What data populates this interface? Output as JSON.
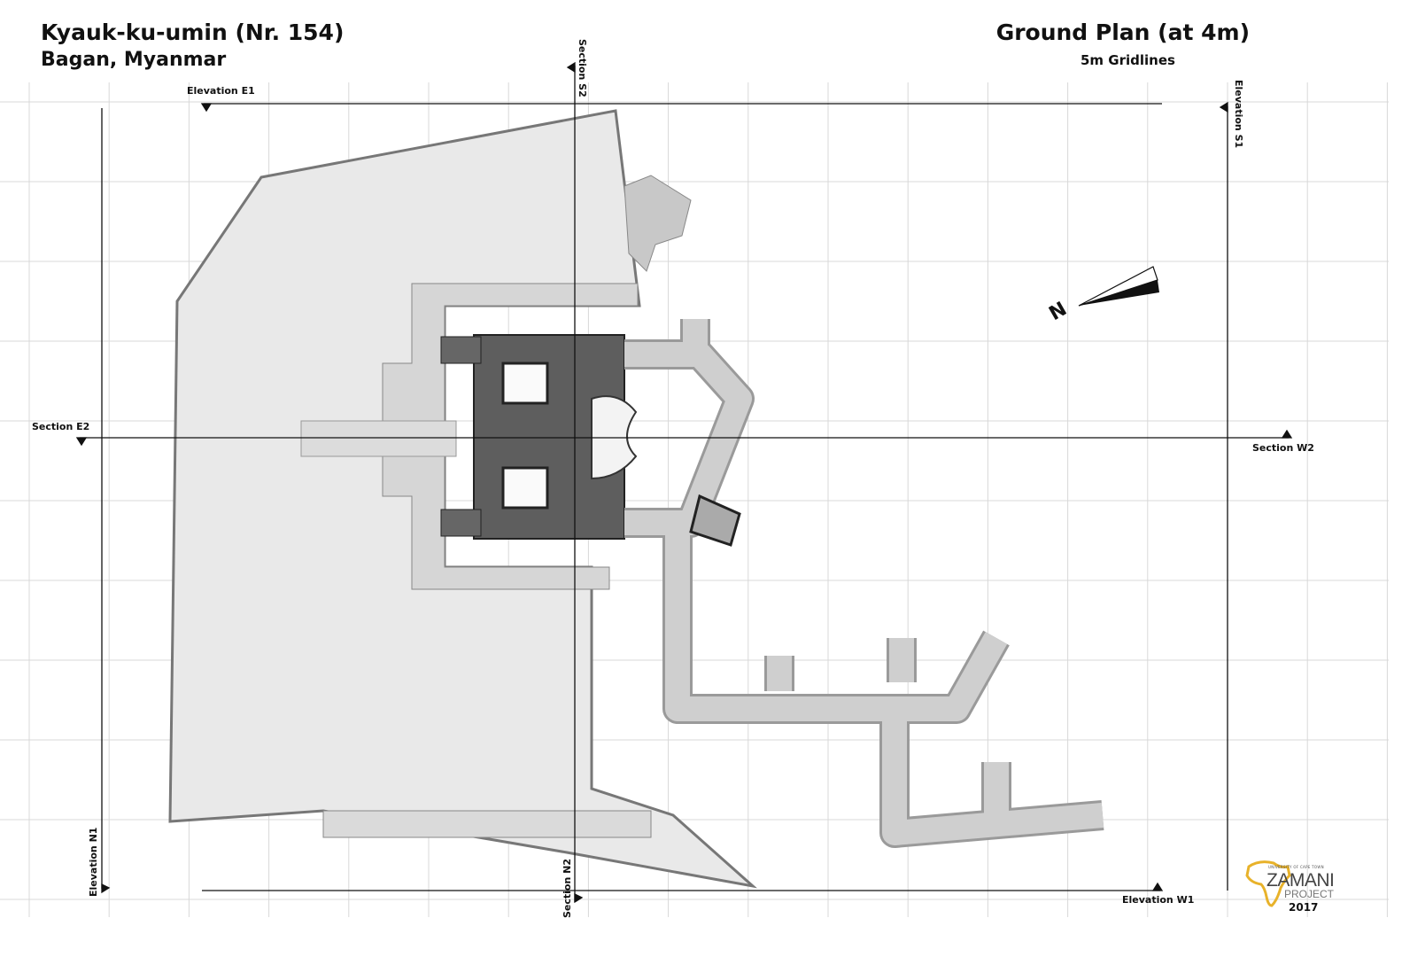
{
  "header": {
    "title": "Kyauk-ku-umin (Nr. 154)",
    "subtitle": "Bagan, Myanmar",
    "plan_title": "Ground Plan (at 4m)",
    "grid_label": "5m Gridlines"
  },
  "sections": {
    "elevation_e1": "Elevation E1",
    "elevation_s1": "Elevation S1",
    "section_s2": "Section S2",
    "section_e2": "Section E2",
    "section_w2": "Section W2",
    "elevation_n1": "Elevation N1",
    "section_n2": "Section N2",
    "elevation_w1": "Elevation W1"
  },
  "north_arrow": {
    "label": "N"
  },
  "logo": {
    "university": "UNIVERSITY OF CAPE TOWN",
    "name": "ZAMANI",
    "project": "PROJECT",
    "year": "2017",
    "accent": "#e8b22a"
  }
}
